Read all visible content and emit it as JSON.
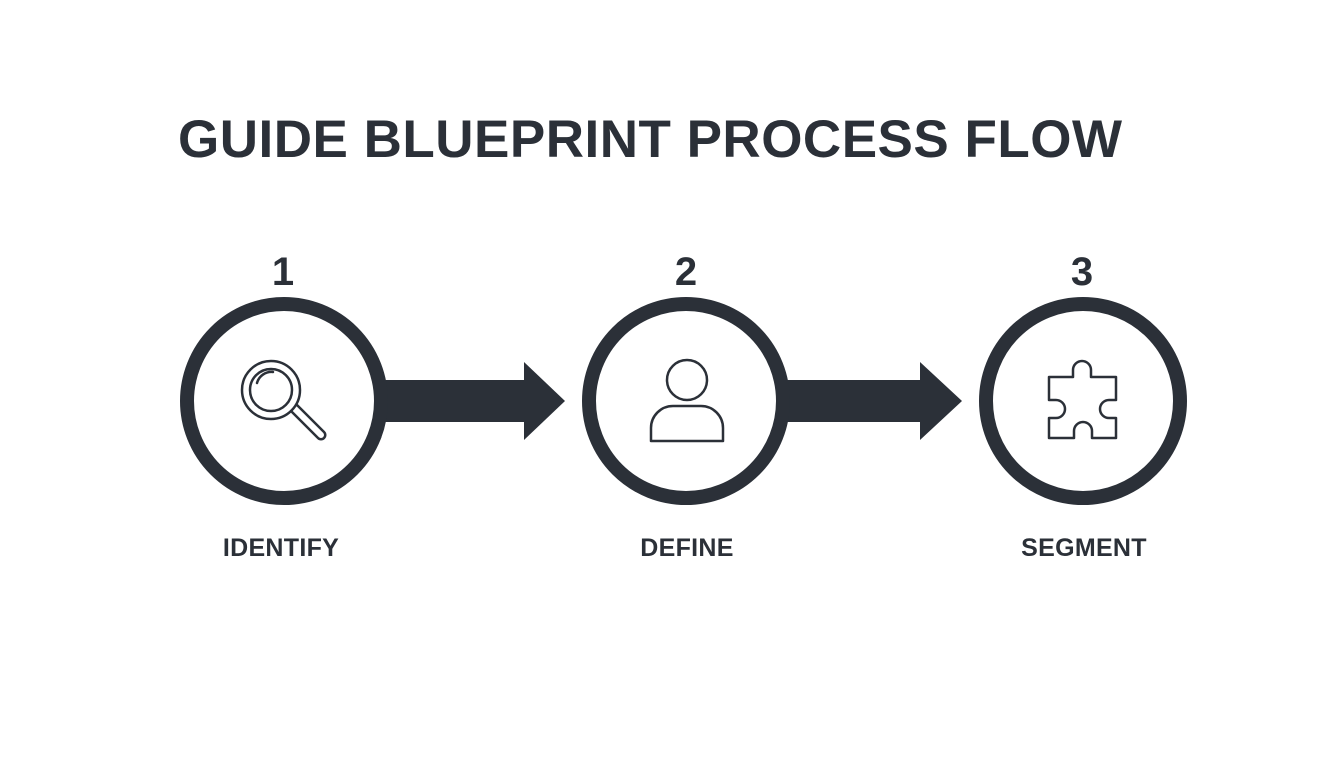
{
  "diagram": {
    "title": "GUIDE BLUEPRINT PROCESS FLOW",
    "colors": {
      "ink": "#2b3038",
      "background": "#ffffff"
    },
    "steps": [
      {
        "number": "1",
        "label": "IDENTIFY",
        "icon": "magnifying-glass-icon"
      },
      {
        "number": "2",
        "label": "DEFINE",
        "icon": "user-icon"
      },
      {
        "number": "3",
        "label": "SEGMENT",
        "icon": "puzzle-piece-icon"
      }
    ],
    "connectors": [
      {
        "from": "1",
        "to": "2"
      },
      {
        "from": "2",
        "to": "3"
      }
    ]
  }
}
